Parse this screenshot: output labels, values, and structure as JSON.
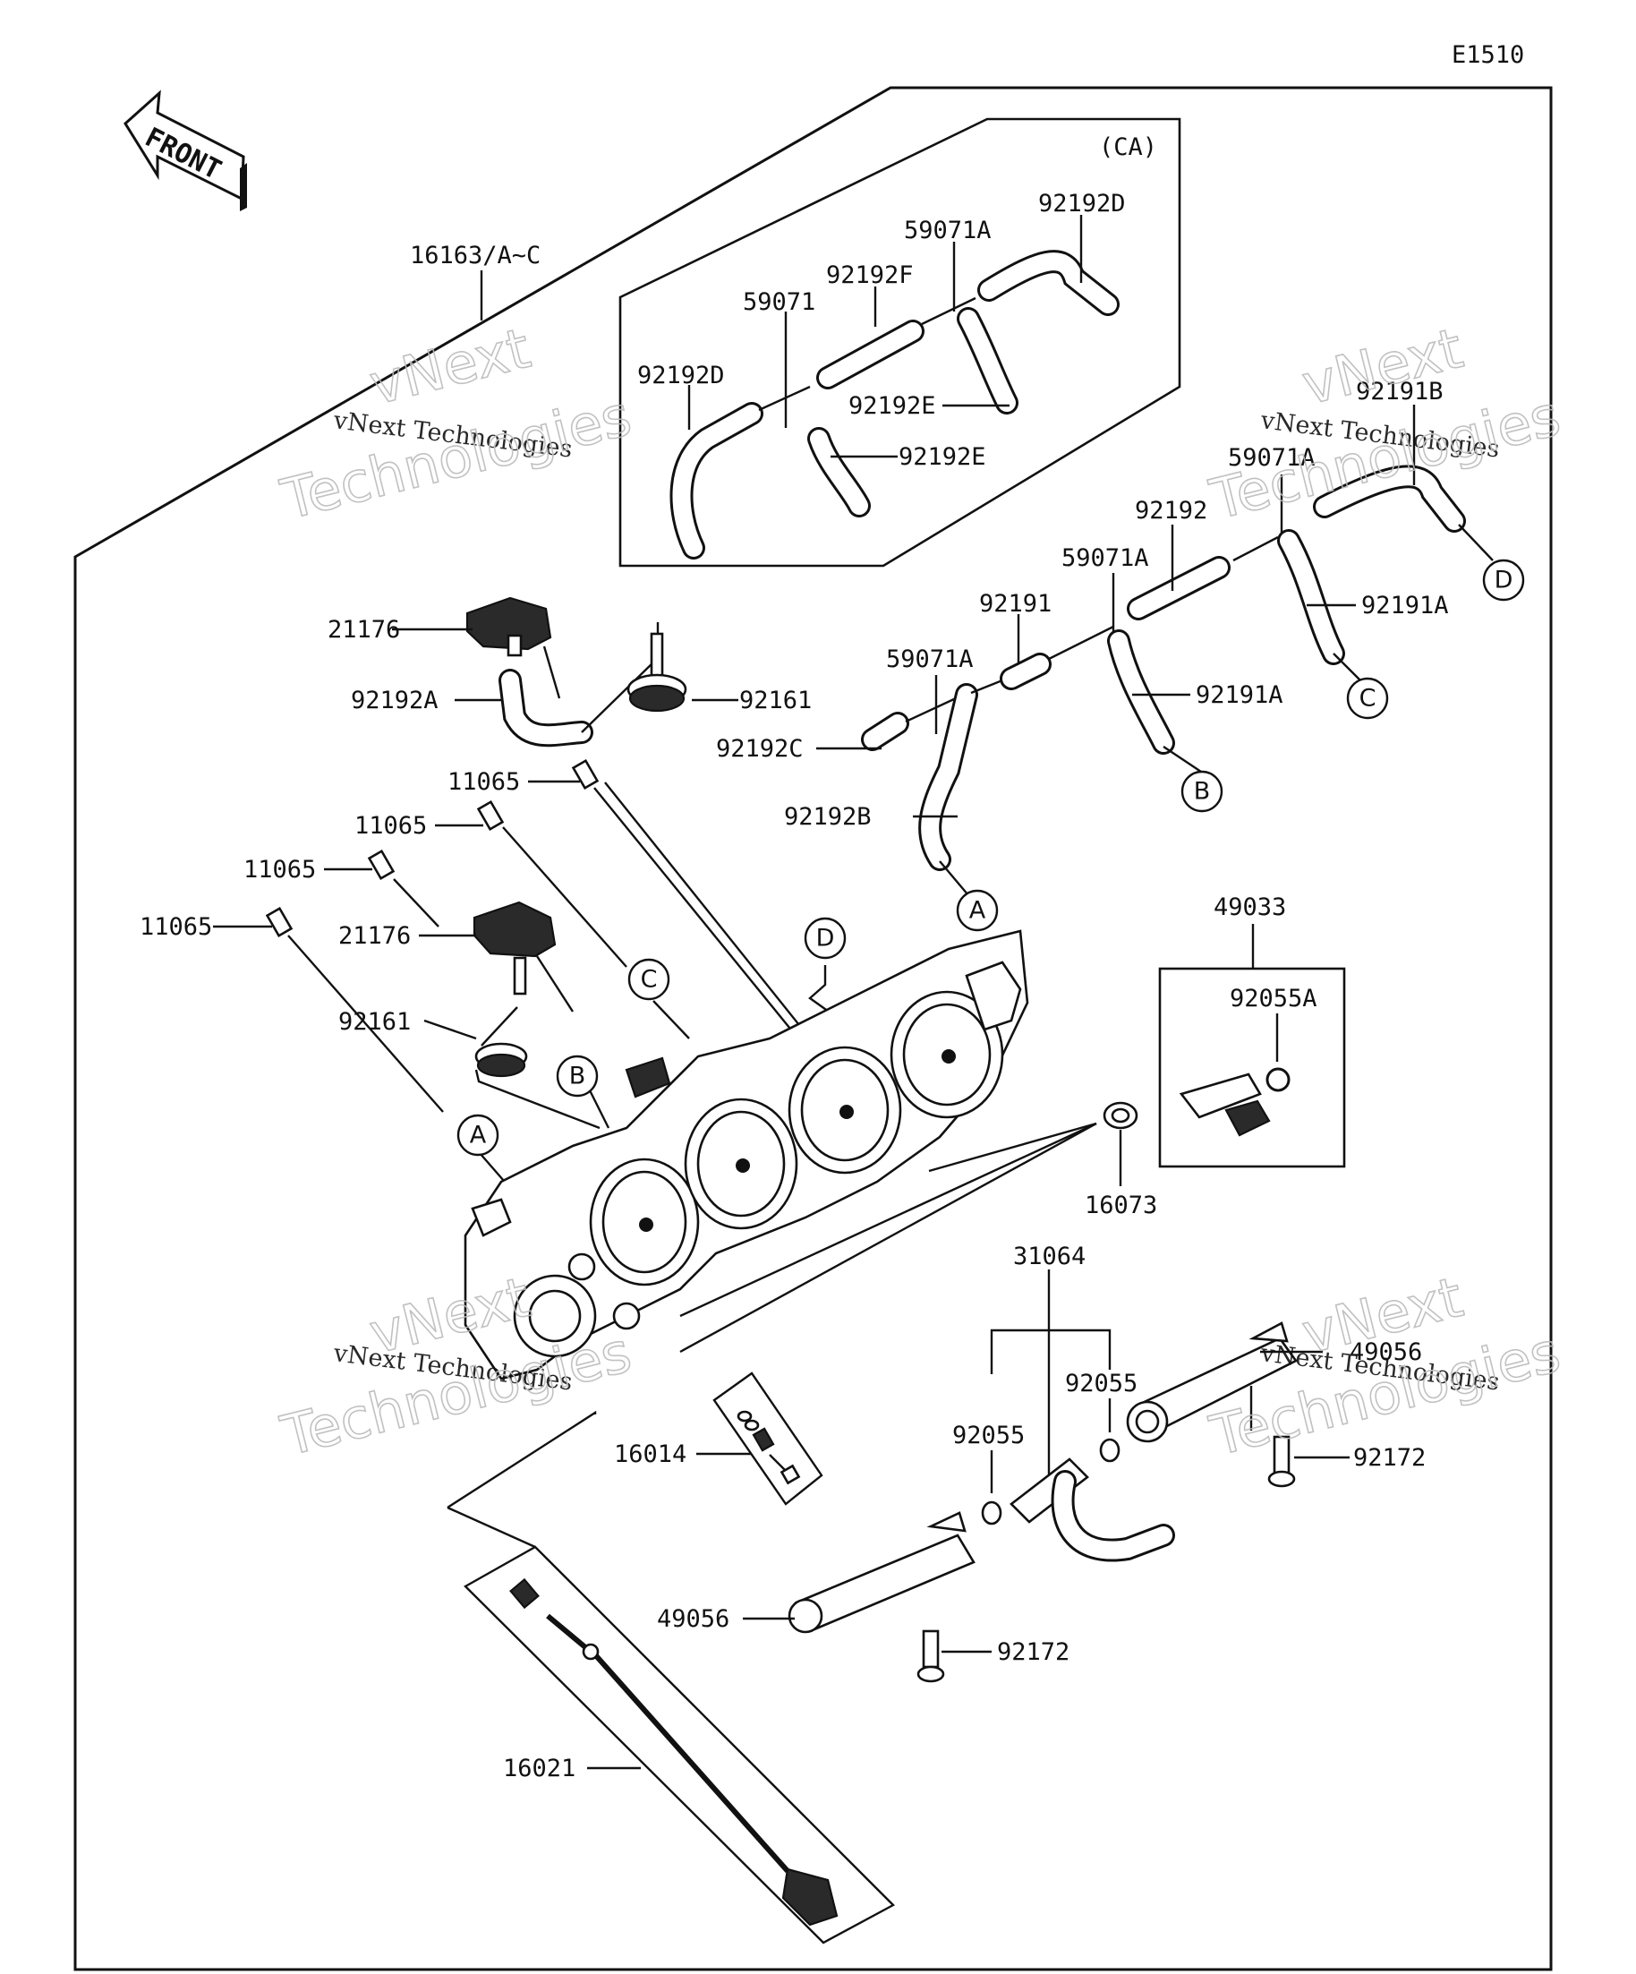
{
  "diagram_code": "E1510",
  "front_arrow_label": "FRONT",
  "inset_label": "(CA)",
  "watermarks": [
    "vNext",
    "vNext Technologies",
    "Technologies"
  ],
  "inset_labels": [
    "92192D",
    "59071A",
    "92192F",
    "59071",
    "92192D",
    "92192E",
    "92192E"
  ],
  "main_labels": [
    "16163/A~C",
    "92191B",
    "59071A",
    "92192",
    "59071A",
    "92191",
    "59071A",
    "92192C",
    "92192B",
    "92191A",
    "92191A",
    "21176",
    "92192A",
    "92161",
    "11065",
    "11065",
    "11065",
    "11065",
    "21176",
    "92161",
    "49033",
    "92055A",
    "16073",
    "31064",
    "92055",
    "92055",
    "49056",
    "92172",
    "16014",
    "49056",
    "92172",
    "16021"
  ],
  "ref_letters": [
    "D",
    "C",
    "B",
    "A",
    "D",
    "C",
    "B",
    "A"
  ]
}
